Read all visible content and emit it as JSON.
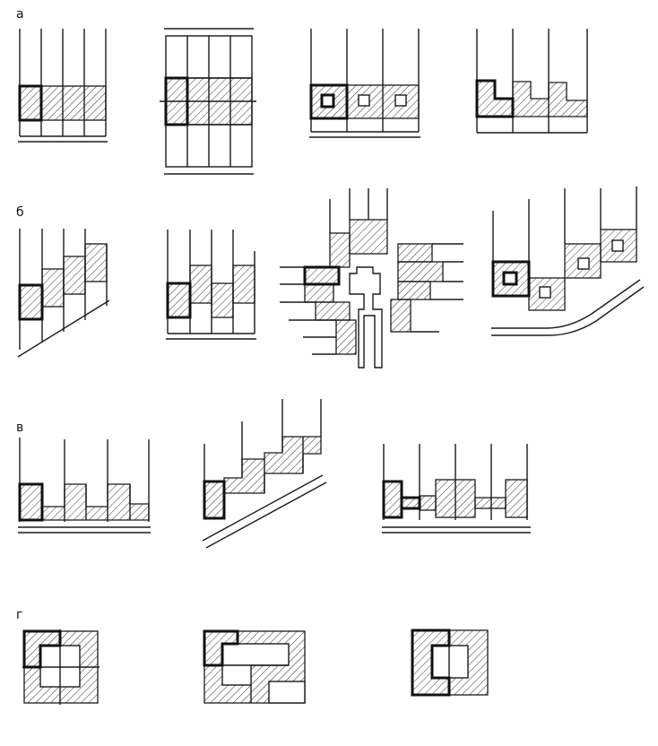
{
  "figure": {
    "row_labels": [
      "а",
      "б",
      "в",
      "г"
    ]
  },
  "colors": {
    "ink": "#1a1a1a",
    "paper": "#ffffff"
  }
}
